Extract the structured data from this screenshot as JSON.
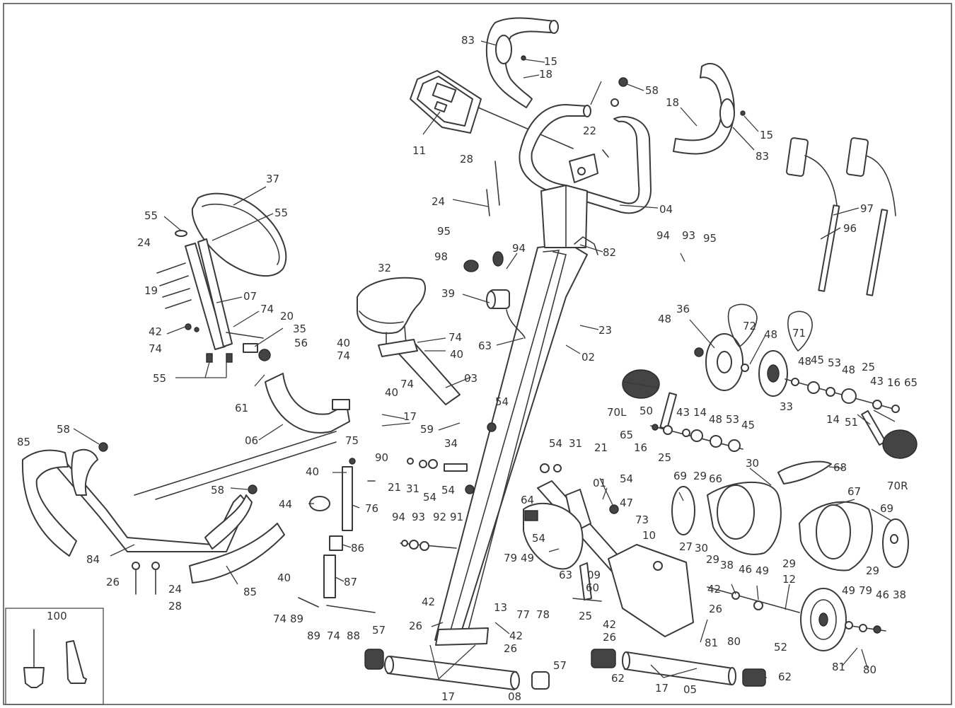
{
  "diagram": {
    "labels": [
      {
        "id": "l83a",
        "text": "83"
      },
      {
        "id": "l15a",
        "text": "15"
      },
      {
        "id": "l18a",
        "text": "18"
      },
      {
        "id": "l58a",
        "text": "58"
      },
      {
        "id": "l18b",
        "text": "18"
      },
      {
        "id": "l15b",
        "text": "15"
      },
      {
        "id": "l83b",
        "text": "83"
      },
      {
        "id": "l11",
        "text": "11"
      },
      {
        "id": "l22",
        "text": "22"
      },
      {
        "id": "l28a",
        "text": "28"
      },
      {
        "id": "l24a",
        "text": "24"
      },
      {
        "id": "l04",
        "text": "04"
      },
      {
        "id": "l97",
        "text": "97"
      },
      {
        "id": "l96",
        "text": "96"
      },
      {
        "id": "l37",
        "text": "37"
      },
      {
        "id": "l55a",
        "text": "55"
      },
      {
        "id": "l55b",
        "text": "55"
      },
      {
        "id": "l24b",
        "text": "24"
      },
      {
        "id": "l19",
        "text": "19"
      },
      {
        "id": "l07",
        "text": "07"
      },
      {
        "id": "l74a",
        "text": "74"
      },
      {
        "id": "l20",
        "text": "20"
      },
      {
        "id": "l42a",
        "text": "42"
      },
      {
        "id": "l35",
        "text": "35"
      },
      {
        "id": "l74b",
        "text": "74"
      },
      {
        "id": "l56",
        "text": "56"
      },
      {
        "id": "l55c",
        "text": "55"
      },
      {
        "id": "l95a",
        "text": "95"
      },
      {
        "id": "l98",
        "text": "98"
      },
      {
        "id": "l94a",
        "text": "94"
      },
      {
        "id": "l82",
        "text": "82"
      },
      {
        "id": "l94b",
        "text": "94"
      },
      {
        "id": "l93a",
        "text": "93"
      },
      {
        "id": "l95b",
        "text": "95"
      },
      {
        "id": "l32",
        "text": "32"
      },
      {
        "id": "l39",
        "text": "39"
      },
      {
        "id": "l23",
        "text": "23"
      },
      {
        "id": "l36",
        "text": "36"
      },
      {
        "id": "l72",
        "text": "72"
      },
      {
        "id": "l48a",
        "text": "48"
      },
      {
        "id": "l48b",
        "text": "48"
      },
      {
        "id": "l71",
        "text": "71"
      },
      {
        "id": "l74c",
        "text": "74"
      },
      {
        "id": "l40a",
        "text": "40"
      },
      {
        "id": "l40b",
        "text": "40"
      },
      {
        "id": "l74d",
        "text": "74"
      },
      {
        "id": "l63a",
        "text": "63"
      },
      {
        "id": "l02",
        "text": "02"
      },
      {
        "id": "l40c",
        "text": "40"
      },
      {
        "id": "l74e",
        "text": "74"
      },
      {
        "id": "l03",
        "text": "03"
      },
      {
        "id": "l48c",
        "text": "48"
      },
      {
        "id": "l45a",
        "text": "45"
      },
      {
        "id": "l53a",
        "text": "53"
      },
      {
        "id": "l48d",
        "text": "48"
      },
      {
        "id": "l25a",
        "text": "25"
      },
      {
        "id": "l43a",
        "text": "43"
      },
      {
        "id": "l16a",
        "text": "16"
      },
      {
        "id": "l65a",
        "text": "65"
      },
      {
        "id": "l33",
        "text": "33"
      },
      {
        "id": "l61",
        "text": "61"
      },
      {
        "id": "l17a",
        "text": "17"
      },
      {
        "id": "l54a",
        "text": "54"
      },
      {
        "id": "l70L",
        "text": "70L"
      },
      {
        "id": "l50",
        "text": "50"
      },
      {
        "id": "l43b",
        "text": "43"
      },
      {
        "id": "l14a",
        "text": "14"
      },
      {
        "id": "l14b",
        "text": "14"
      },
      {
        "id": "l51",
        "text": "51"
      },
      {
        "id": "l06",
        "text": "06"
      },
      {
        "id": "l59",
        "text": "59"
      },
      {
        "id": "l65b",
        "text": "65"
      },
      {
        "id": "l48e",
        "text": "48"
      },
      {
        "id": "l53b",
        "text": "53"
      },
      {
        "id": "l45b",
        "text": "45"
      },
      {
        "id": "l16b",
        "text": "16"
      },
      {
        "id": "l25b",
        "text": "25"
      },
      {
        "id": "l70R",
        "text": "70R"
      },
      {
        "id": "l58b",
        "text": "58"
      },
      {
        "id": "l85a",
        "text": "85"
      },
      {
        "id": "l75",
        "text": "75"
      },
      {
        "id": "l34",
        "text": "34"
      },
      {
        "id": "l54b",
        "text": "54"
      },
      {
        "id": "l31a",
        "text": "31"
      },
      {
        "id": "l21a",
        "text": "21"
      },
      {
        "id": "l90",
        "text": "90"
      },
      {
        "id": "l40d",
        "text": "40"
      },
      {
        "id": "l21b",
        "text": "21"
      },
      {
        "id": "l31b",
        "text": "31"
      },
      {
        "id": "l54c",
        "text": "54"
      },
      {
        "id": "l54d",
        "text": "54"
      },
      {
        "id": "l30a",
        "text": "30"
      },
      {
        "id": "l68",
        "text": "68"
      },
      {
        "id": "l01",
        "text": "01"
      },
      {
        "id": "l54e",
        "text": "54"
      },
      {
        "id": "l69a",
        "text": "69"
      },
      {
        "id": "l29a",
        "text": "29"
      },
      {
        "id": "l66",
        "text": "66"
      },
      {
        "id": "l67",
        "text": "67"
      },
      {
        "id": "l58c",
        "text": "58"
      },
      {
        "id": "l44",
        "text": "44"
      },
      {
        "id": "l76",
        "text": "76"
      },
      {
        "id": "l64",
        "text": "64"
      },
      {
        "id": "l47",
        "text": "47"
      },
      {
        "id": "l73",
        "text": "73"
      },
      {
        "id": "l69b",
        "text": "69"
      },
      {
        "id": "l94c",
        "text": "94"
      },
      {
        "id": "l93b",
        "text": "93"
      },
      {
        "id": "l92",
        "text": "92"
      },
      {
        "id": "l91",
        "text": "91"
      },
      {
        "id": "l10",
        "text": "10"
      },
      {
        "id": "l54f",
        "text": "54"
      },
      {
        "id": "l27",
        "text": "27"
      },
      {
        "id": "l30b",
        "text": "30"
      },
      {
        "id": "l29b",
        "text": "29"
      },
      {
        "id": "l29c",
        "text": "29"
      },
      {
        "id": "l29d",
        "text": "29"
      },
      {
        "id": "l84",
        "text": "84"
      },
      {
        "id": "l86",
        "text": "86"
      },
      {
        "id": "l79a",
        "text": "79"
      },
      {
        "id": "l49a",
        "text": "49"
      },
      {
        "id": "l63b",
        "text": "63"
      },
      {
        "id": "l09",
        "text": "09"
      },
      {
        "id": "l38a",
        "text": "38"
      },
      {
        "id": "l46a",
        "text": "46"
      },
      {
        "id": "l49b",
        "text": "49"
      },
      {
        "id": "l26a",
        "text": "26"
      },
      {
        "id": "l24c",
        "text": "24"
      },
      {
        "id": "l87",
        "text": "87"
      },
      {
        "id": "l60",
        "text": "60"
      },
      {
        "id": "l42b",
        "text": "42"
      },
      {
        "id": "l12",
        "text": "12"
      },
      {
        "id": "l85b",
        "text": "85"
      },
      {
        "id": "l40e",
        "text": "40"
      },
      {
        "id": "l13",
        "text": "13"
      },
      {
        "id": "l77",
        "text": "77"
      },
      {
        "id": "l78",
        "text": "78"
      },
      {
        "id": "l26b",
        "text": "26"
      },
      {
        "id": "l49c",
        "text": "49"
      },
      {
        "id": "l79b",
        "text": "79"
      },
      {
        "id": "l46b",
        "text": "46"
      },
      {
        "id": "l38b",
        "text": "38"
      },
      {
        "id": "l28b",
        "text": "28"
      },
      {
        "id": "l74f",
        "text": "74"
      },
      {
        "id": "l89a",
        "text": "89"
      },
      {
        "id": "l42c",
        "text": "42"
      },
      {
        "id": "l25c",
        "text": "25"
      },
      {
        "id": "l26c",
        "text": "26"
      },
      {
        "id": "l42d",
        "text": "42"
      },
      {
        "id": "l80a",
        "text": "80"
      },
      {
        "id": "l81a",
        "text": "81"
      },
      {
        "id": "l89b",
        "text": "89"
      },
      {
        "id": "l74g",
        "text": "74"
      },
      {
        "id": "l88",
        "text": "88"
      },
      {
        "id": "l42e",
        "text": "42"
      },
      {
        "id": "l26d",
        "text": "26"
      },
      {
        "id": "l26e",
        "text": "26"
      },
      {
        "id": "l52",
        "text": "52"
      },
      {
        "id": "l57a",
        "text": "57"
      },
      {
        "id": "l57b",
        "text": "57"
      },
      {
        "id": "l62a",
        "text": "62"
      },
      {
        "id": "l62b",
        "text": "62"
      },
      {
        "id": "l81b",
        "text": "81"
      },
      {
        "id": "l80b",
        "text": "80"
      },
      {
        "id": "l17b",
        "text": "17"
      },
      {
        "id": "l08",
        "text": "08"
      },
      {
        "id": "l17c",
        "text": "17"
      },
      {
        "id": "l05",
        "text": "05"
      },
      {
        "id": "l100",
        "text": "100"
      }
    ]
  }
}
